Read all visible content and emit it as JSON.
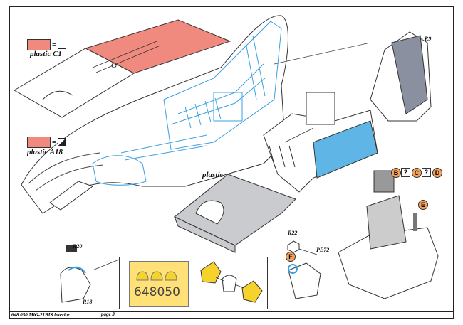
{
  "legend": {
    "c1_label": "plastic C1",
    "a18_label": "plastic A18",
    "equals": "="
  },
  "labels": {
    "plastic": "plastic",
    "r9": "R9",
    "r20": "R20",
    "r18": "R18",
    "r22": "R22",
    "pe72": "PE72"
  },
  "badges": {
    "b": "B",
    "q1": "?",
    "c": "C",
    "q2": "?",
    "d": "D",
    "e": "E",
    "f": "F"
  },
  "decal": {
    "number": "648050"
  },
  "footer": {
    "code": "648 050",
    "title": "MiG-21BIS interior",
    "page": "page 3"
  },
  "colors": {
    "pink": "#f08a7e",
    "blue": "#5fb6e6",
    "lightblue": "#8ecbee",
    "grey": "#c9cbcf",
    "yellow": "#f6d22c"
  }
}
